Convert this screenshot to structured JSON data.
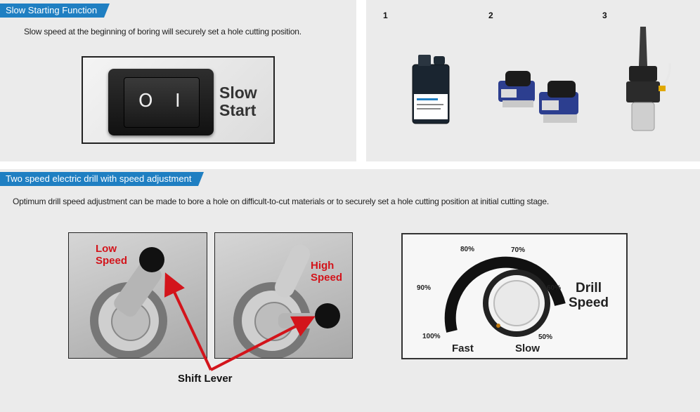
{
  "slow_start": {
    "heading": "Slow Starting Function",
    "description": "Slow speed at the beginning of boring will securely set a hole cutting position.",
    "switch_on_symbol": "I",
    "switch_off_symbol": "O",
    "label_line1": "Slow",
    "label_line2": "Start"
  },
  "accessories": {
    "items": [
      {
        "number": "1",
        "icon": "cutting-oil-bottle"
      },
      {
        "number": "2",
        "icon": "magnetic-base-clamps"
      },
      {
        "number": "3",
        "icon": "arbor-tool-holder"
      }
    ]
  },
  "two_speed": {
    "heading": "Two speed electric drill with speed adjustment",
    "description": "Optimum drill speed adjustment can be made to bore a hole on difficult-to-cut materials or to securely set a hole cutting position at initial cutting stage.",
    "low_speed_line1": "Low",
    "low_speed_line2": "Speed",
    "high_speed_line1": "High",
    "high_speed_line2": "Speed",
    "shift_lever_label": "Shift Lever",
    "dial": {
      "ticks": [
        "80%",
        "70%",
        "90%",
        "60%",
        "100%",
        "50%"
      ],
      "fast_label": "Fast",
      "slow_label": "Slow",
      "title_line1": "Drill",
      "title_line2": "Speed"
    }
  },
  "colors": {
    "accent": "#1f7fc2",
    "panel_bg": "#ebebeb",
    "highlight_red": "#d3141b"
  }
}
